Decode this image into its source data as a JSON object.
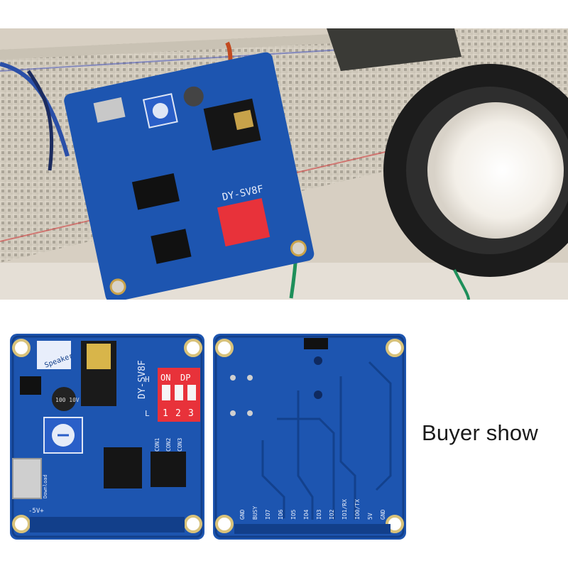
{
  "caption": {
    "text": "Buyer show"
  },
  "board": {
    "model": "DY-SV8F",
    "switch_on": "ON",
    "switch_dp": "DP",
    "switch_numbers": [
      "1",
      "2",
      "3"
    ],
    "switch_h": "H",
    "switch_l": "L",
    "con_labels": [
      "CON1",
      "CON2",
      "CON3"
    ],
    "speaker_label": "Speaker",
    "download_label": "Download",
    "power_label": "-5V+",
    "cap_label": "100 10V",
    "back_pins": [
      "GND",
      "BUSY",
      "IO7",
      "IO6",
      "IO5",
      "IO4",
      "IO3",
      "IO2",
      "IO1/RX",
      "IO0/TX",
      "5V",
      "GND"
    ]
  },
  "colors": {
    "pcb": "#1d55b0",
    "pcb_dark": "#123f8a",
    "switch": "#e8323a",
    "background": "#ffffff"
  }
}
